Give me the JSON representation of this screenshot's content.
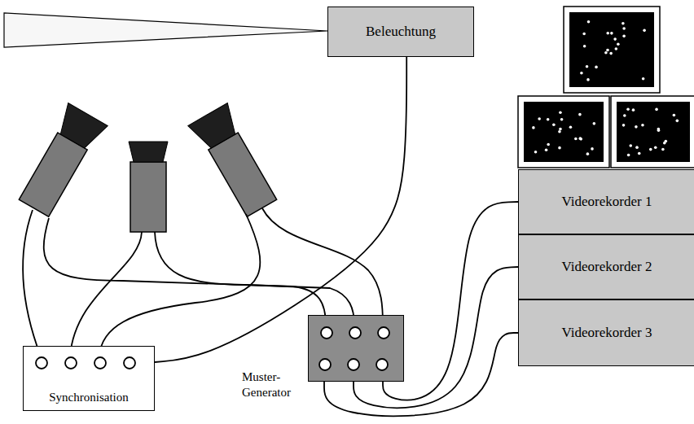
{
  "diagram": {
    "nodes": [
      {
        "text": [
          "Beleuchtung"
        ]
      },
      {
        "text": [
          "Videorekorder 1"
        ]
      },
      {
        "text": [
          "Videorekorder 2"
        ]
      },
      {
        "text": [
          "Videorekorder 3"
        ]
      },
      {
        "text": [
          "Muster- Generator"
        ]
      },
      {
        "text": [
          "Synchronisation"
        ]
      }
    ],
    "edges": [
      {
        "from": 0,
        "to": 5,
        "arrow": "none"
      },
      {
        "from": 4,
        "to": 1,
        "arrow": "none"
      },
      {
        "from": 4,
        "to": 2,
        "arrow": "none"
      },
      {
        "from": 4,
        "to": 3,
        "arrow": "none"
      }
    ]
  }
}
